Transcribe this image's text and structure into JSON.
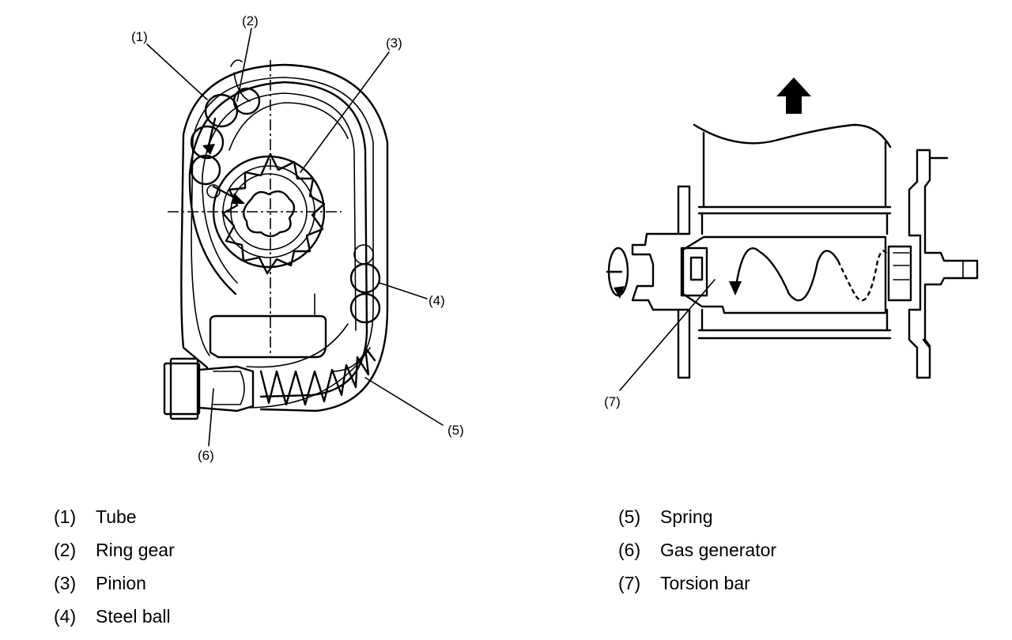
{
  "callouts": {
    "c1": "(1)",
    "c2": "(2)",
    "c3": "(3)",
    "c4": "(4)",
    "c5": "(5)",
    "c6": "(6)",
    "c7": "(7)"
  },
  "legend_left": [
    {
      "num": "(1)",
      "text": "Tube"
    },
    {
      "num": "(2)",
      "text": "Ring gear"
    },
    {
      "num": "(3)",
      "text": "Pinion"
    },
    {
      "num": "(4)",
      "text": "Steel ball"
    }
  ],
  "legend_right": [
    {
      "num": "(5)",
      "text": "Spring"
    },
    {
      "num": "(6)",
      "text": "Gas generator"
    },
    {
      "num": "(7)",
      "text": "Torsion bar"
    }
  ]
}
